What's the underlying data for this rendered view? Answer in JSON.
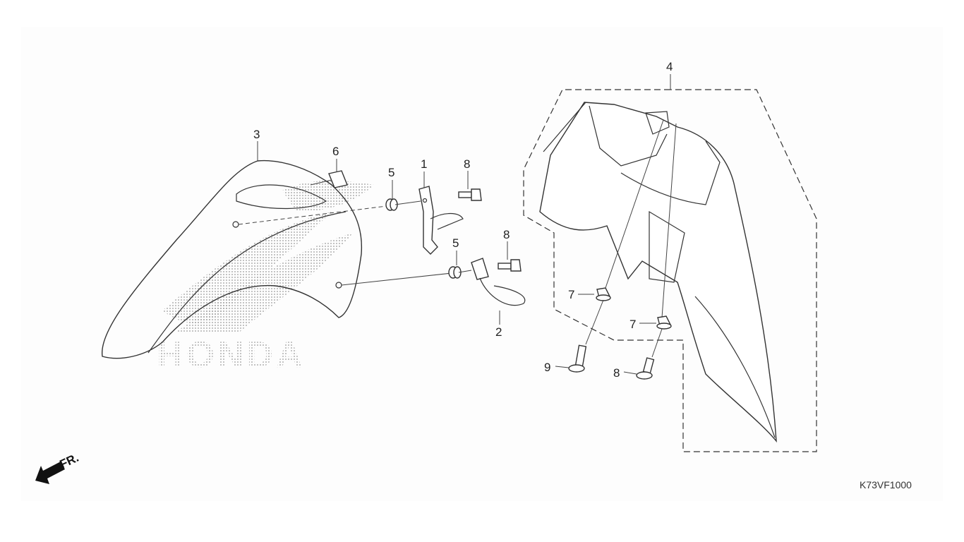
{
  "diagram": {
    "code": "K73VF1000",
    "direction_label": "FR.",
    "watermark": "HONDA",
    "callouts": {
      "c1": "1",
      "c2": "2",
      "c3": "3",
      "c4": "4",
      "c5a": "5",
      "c5b": "5",
      "c6": "6",
      "c7a": "7",
      "c7b": "7",
      "c8a": "8",
      "c8b": "8",
      "c8c": "8",
      "c9": "9"
    }
  }
}
